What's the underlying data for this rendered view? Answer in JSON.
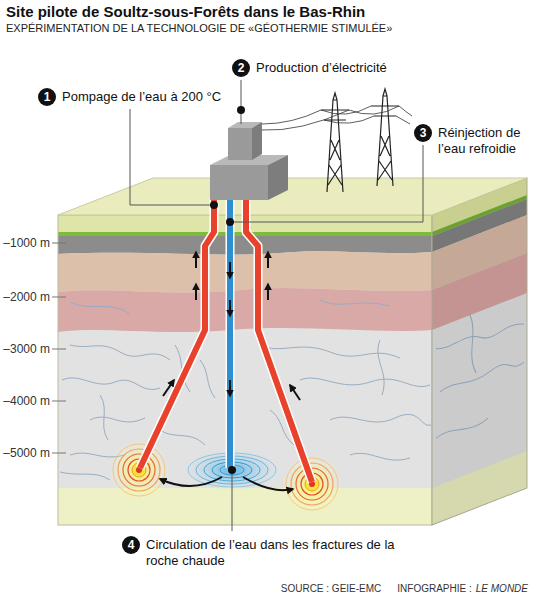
{
  "diagram": {
    "title": "Site pilote de Soultz-sous-Forêts dans le Bas-Rhin",
    "nodes": [
      {
        "text": [
          "1",
          "Pompage de l’eau à 200 °C"
        ]
      },
      {
        "text": [
          "2",
          "Production d’électricité"
        ]
      },
      {
        "text": [
          "3",
          "Réinjection de l’eau refroidie"
        ]
      },
      {
        "text": [
          "4",
          "Circulation de l’eau dans les fractures de la roche chaude"
        ]
      }
    ],
    "labels": [
      "EXPÉRIMENTATION DE LA TECHNOLOGIE DE «GÉOTHERMIE STIMULÉE»",
      "–1000 m",
      "–2000 m",
      "–3000 m",
      "–4000 m",
      "–5000 m",
      "SOURCE : GEIE-EMC",
      "INFOGRAPHIE :",
      "LE MONDE"
    ]
  }
}
